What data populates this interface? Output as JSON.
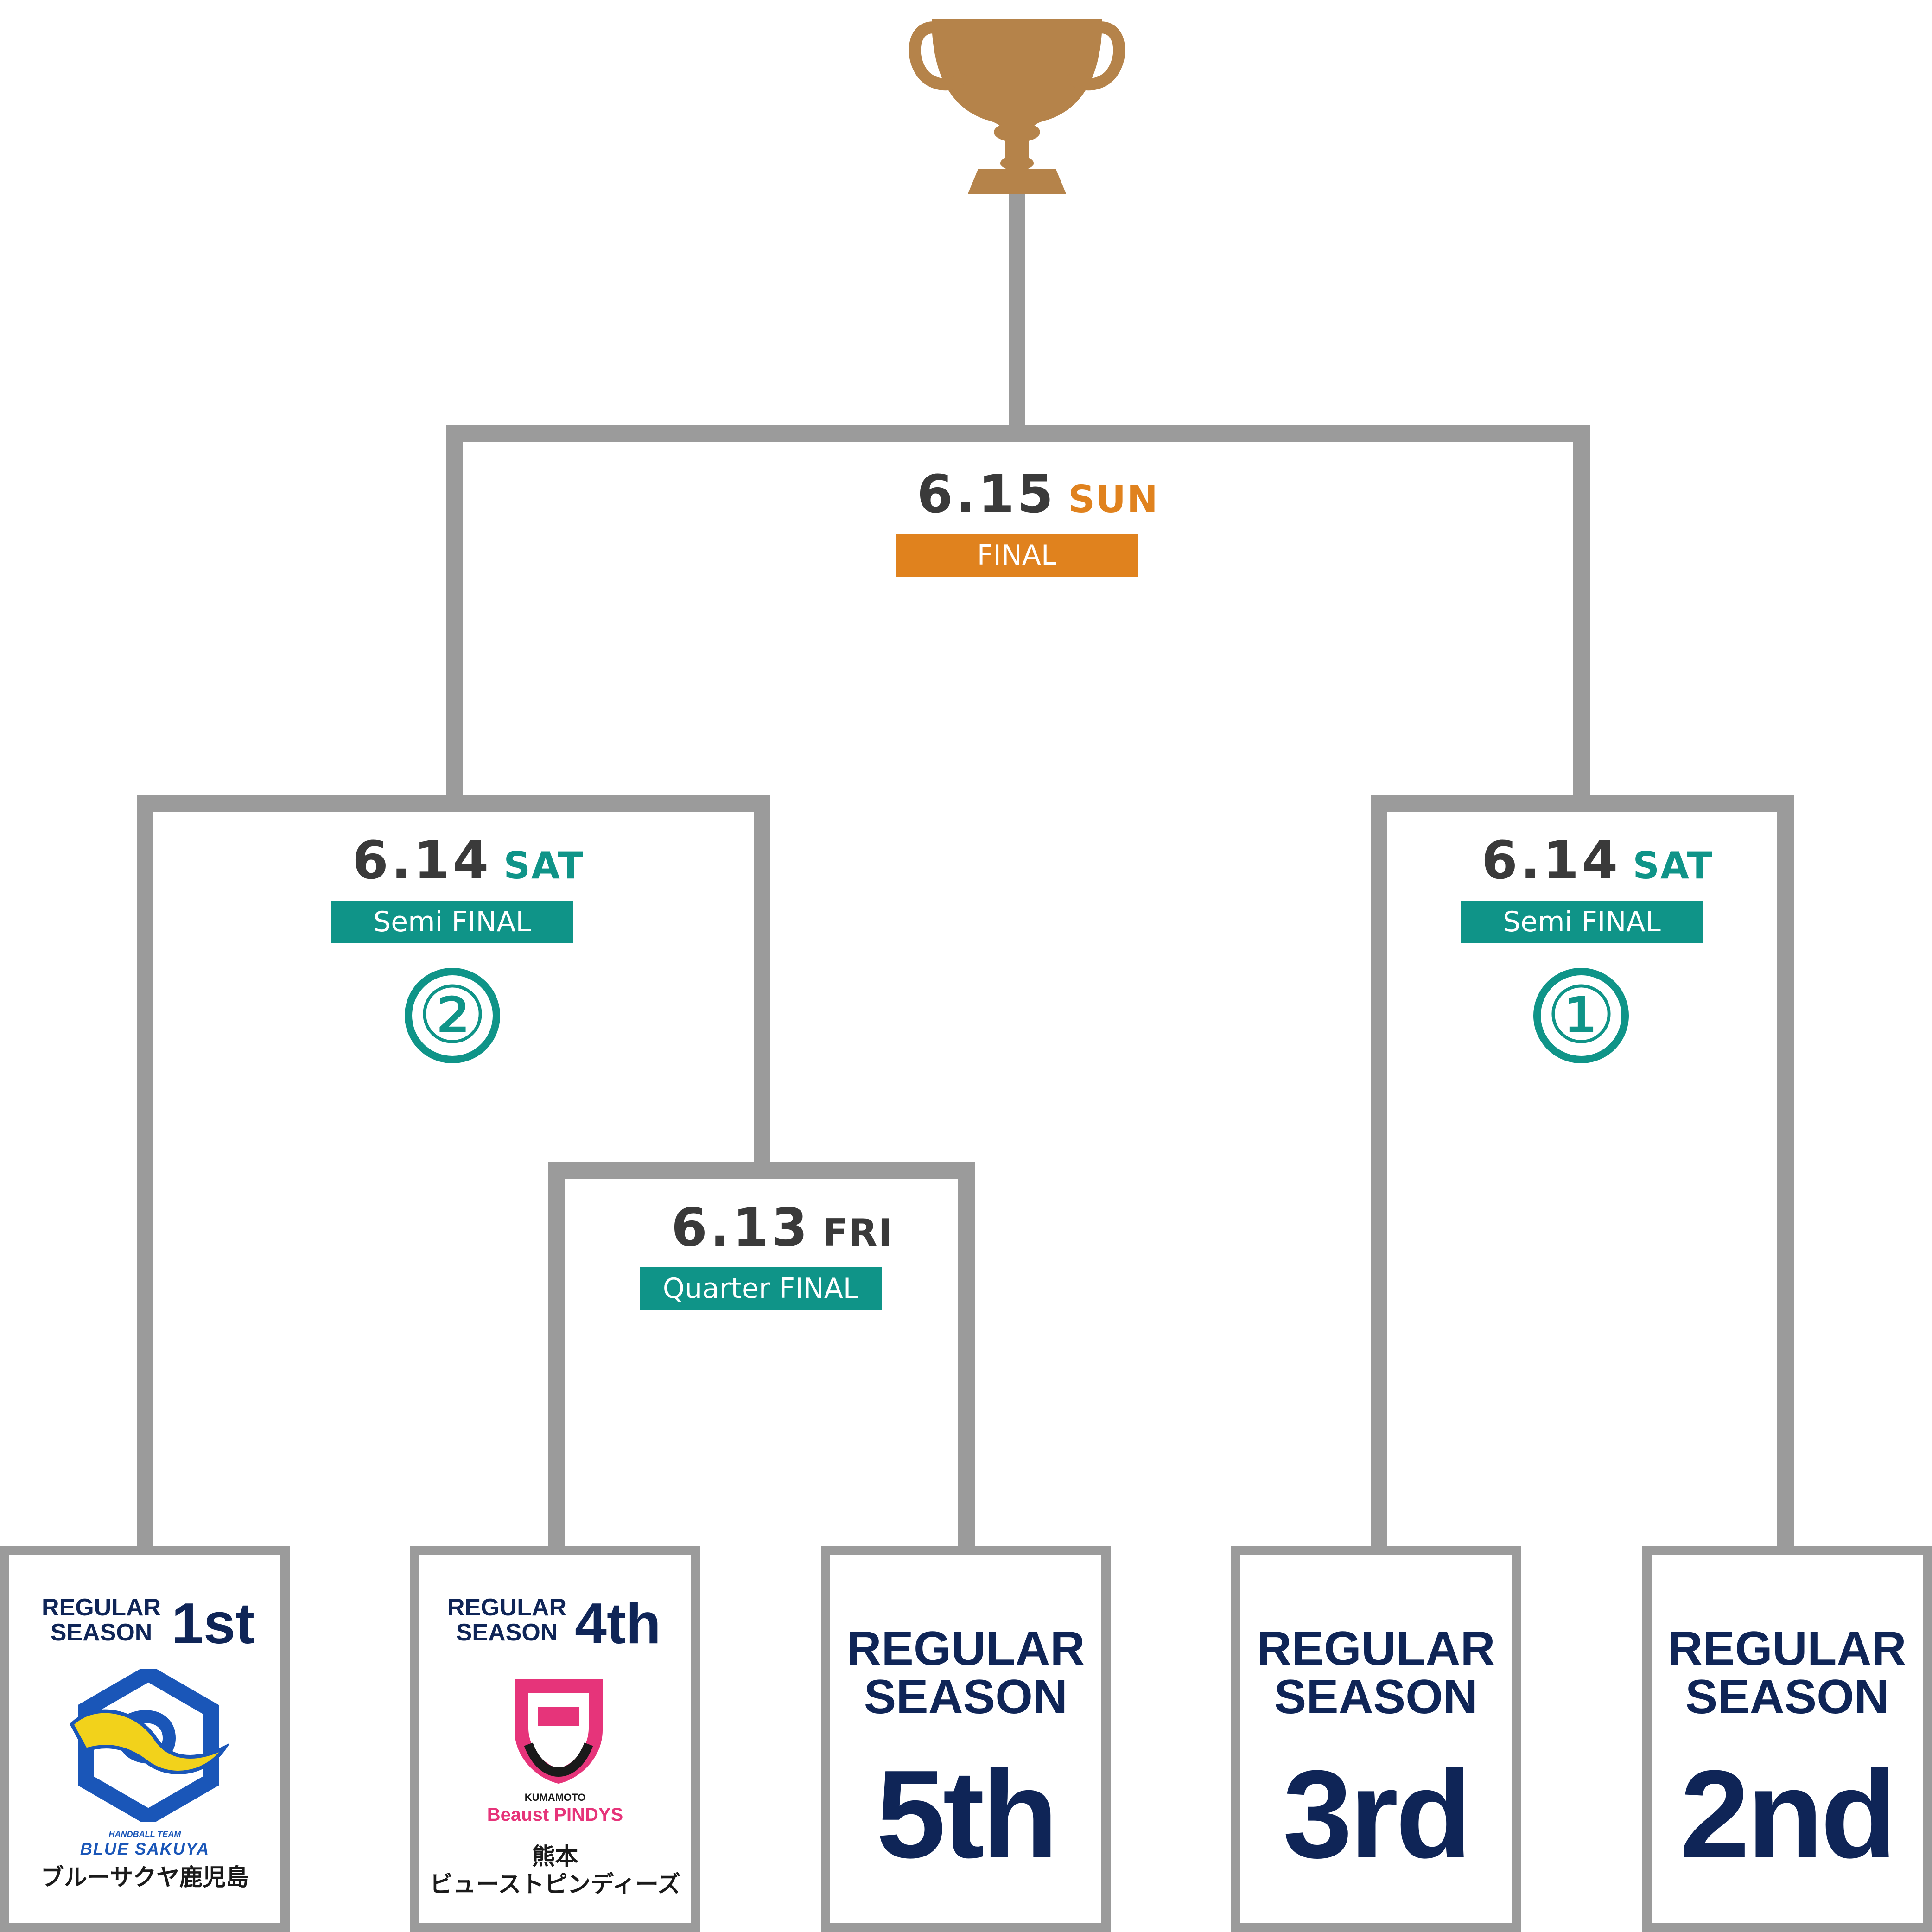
{
  "colors": {
    "line": "#9b9b9b",
    "trophy": "#b5834a",
    "final_accent": "#e0821e",
    "semi_accent": "#0f9488",
    "date_text": "#3a3a3a",
    "navy": "#0f2557",
    "pink": "#e6347a",
    "blue": "#1a56b8",
    "yellow": "#f2d21b"
  },
  "final": {
    "date": "6.15",
    "day": "SUN",
    "label": "FINAL"
  },
  "semi_left": {
    "date": "6.14",
    "day": "SAT",
    "label": "Semi FINAL",
    "number": "②"
  },
  "semi_right": {
    "date": "6.14",
    "day": "SAT",
    "label": "Semi FINAL",
    "number": "①"
  },
  "quarter": {
    "date": "6.13",
    "day": "FRI",
    "label": "Quarter FINAL"
  },
  "teams": [
    {
      "line1": "REGULAR",
      "line2": "SEASON",
      "rank": "1st",
      "logo_caption_small": "HANDBALL TEAM",
      "logo_caption": "BLUE SAKUYA",
      "name": "ブルーサクヤ鹿児島",
      "logo_icon": "blue-sakuya-dolphin-logo"
    },
    {
      "line1": "REGULAR",
      "line2": "SEASON",
      "rank": "4th",
      "logo_caption_small": "KUMAMOTO",
      "logo_caption": "Beaust PINDYS",
      "name_line1": "熊本",
      "name_line2": "ビューストピンディーズ",
      "logo_icon": "pindys-shield-logo"
    },
    {
      "line1": "REGULAR",
      "line2": "SEASON",
      "rank": "5th"
    },
    {
      "line1": "REGULAR",
      "line2": "SEASON",
      "rank": "3rd"
    },
    {
      "line1": "REGULAR",
      "line2": "SEASON",
      "rank": "2nd"
    }
  ]
}
